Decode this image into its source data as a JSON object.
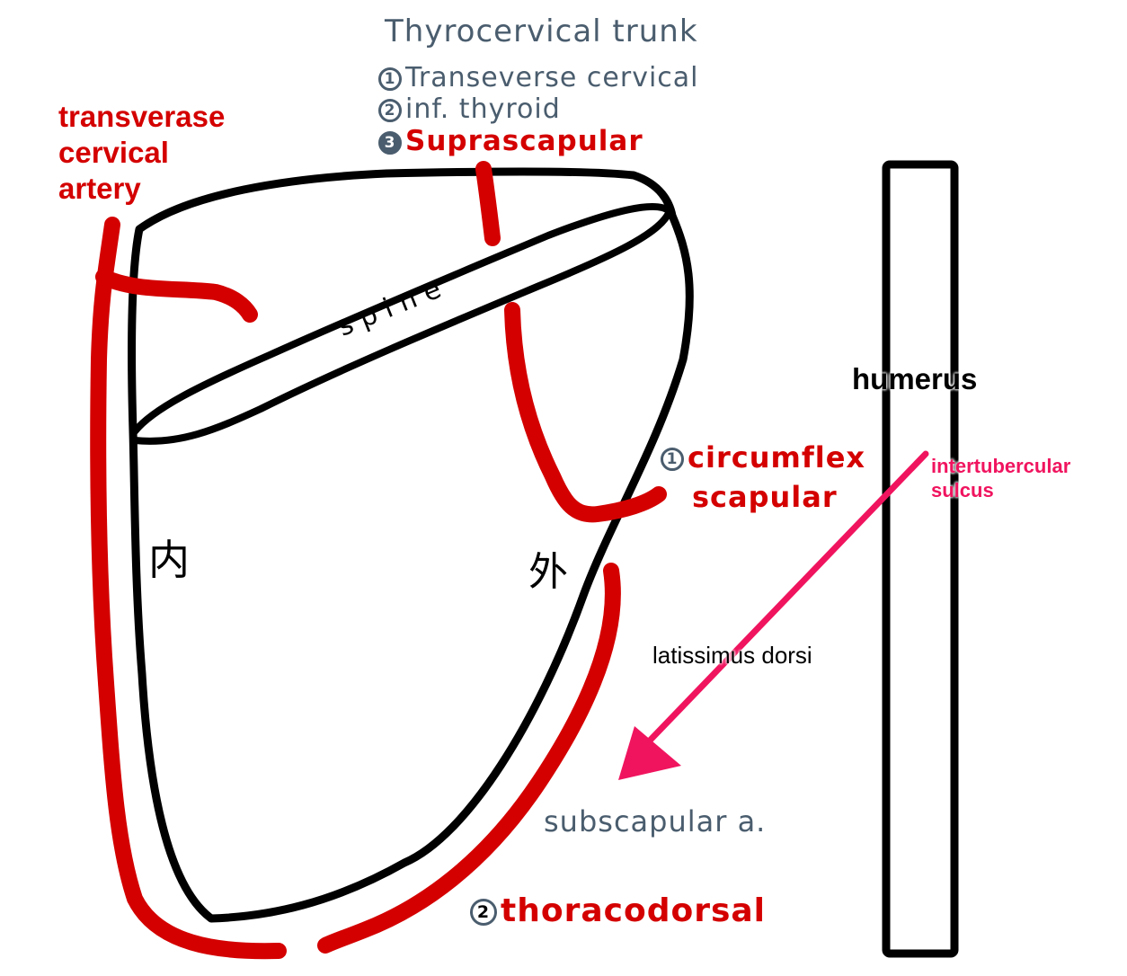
{
  "labels": {
    "thyrocervical_trunk": "Thyrocervical trunk",
    "branch1": "Transeverse cervical",
    "branch2": "inf. thyroid",
    "branch3": "Suprascapular",
    "num1": "1",
    "num2": "2",
    "num3": "3",
    "transverse_line1": "transverase",
    "transverse_line2": "cervical",
    "transverse_line3": "artery",
    "spine": "spine",
    "humerus": "humerus",
    "intertubercular_line1": "intertubercular",
    "intertubercular_line2": "sulcus",
    "circumflex_num": "1",
    "circumflex_line1": "circumflex",
    "circumflex_line2": "scapular",
    "medial": "内",
    "lateral": "外",
    "latissimus": "latissimus dorsi",
    "subscapular": "subscapular a.",
    "thoracodorsal_num": "2",
    "thoracodorsal": "thoracodorsal"
  },
  "colors": {
    "bone_outline": "#000000",
    "artery": "#d40000",
    "arrow": "#f0145f",
    "handwriting": "#4a5d6e"
  }
}
